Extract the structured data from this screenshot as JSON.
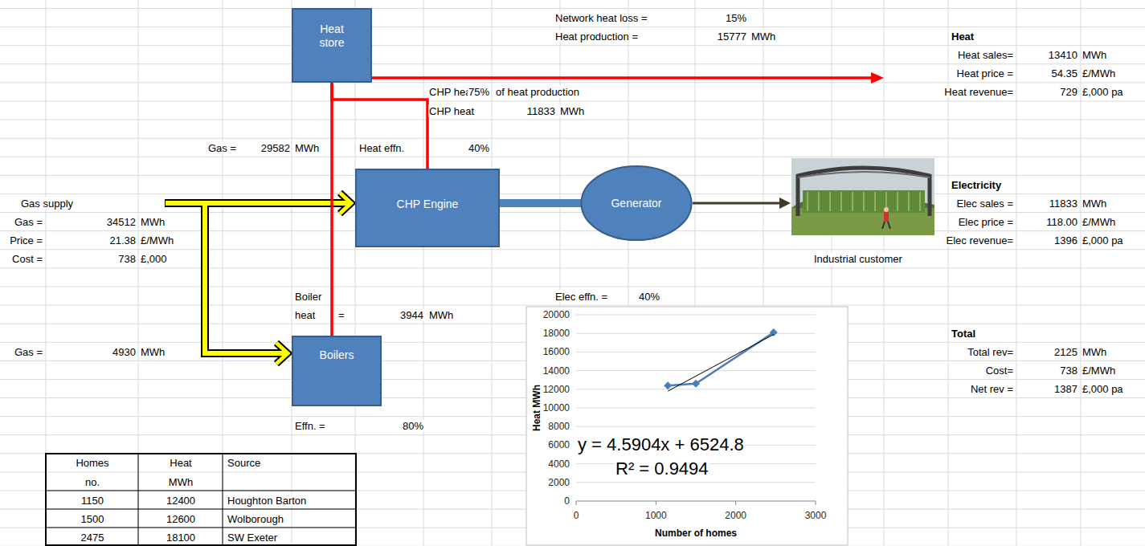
{
  "diagram": {
    "nodes": [
      {
        "text": [
          "Heat store"
        ]
      },
      {
        "text": [
          "CHP Engine"
        ]
      },
      {
        "text": [
          "Generator"
        ]
      },
      {
        "text": [
          "Industrial customer"
        ]
      },
      {
        "text": [
          "Boilers"
        ]
      }
    ],
    "edges": [
      {
        "from": 0,
        "to": 1,
        "arrow": "none"
      },
      {
        "from": 0,
        "to": 4,
        "arrow": "none"
      },
      {
        "from": 1,
        "to": 2,
        "arrow": "none"
      },
      {
        "from": 2,
        "to": 3,
        "arrow": "to"
      }
    ],
    "labels": [
      "Network heat loss =",
      "15%",
      "Heat production =",
      "15777",
      "MWh",
      "Heat",
      "Heat sales=",
      "13410",
      "MWh",
      "Heat price =",
      "54.35",
      "£/MWh",
      "CHP heat",
      "75%",
      "of heat production",
      "Heat revenue=",
      "729",
      "£,000 pa",
      "CHP heat",
      "11833",
      "MWh",
      "Gas =",
      "29582",
      "MWh",
      "Heat effn.",
      "40%",
      "Electricity",
      "Gas supply",
      "Elec sales =",
      "11833",
      "MWh",
      "Gas =",
      "34512",
      "MWh",
      "Elec price =",
      "118.00",
      "£/MWh",
      "Price =",
      "21.38",
      "£/MWh",
      "Elec revenue=",
      "1396",
      "£,000 pa",
      "Cost =",
      "738",
      "£,000",
      "Boiler",
      "Elec effn. =",
      "40%",
      "heat",
      "=",
      "3944",
      "MWh",
      "Total",
      "Gas =",
      "4930",
      "MWh",
      "Total rev=",
      "2125",
      "MWh",
      "Cost=",
      "738",
      "£/MWh",
      "Net rev =",
      "1387",
      "£,000 pa",
      "Effn. =",
      "80%",
      "Homes",
      "Heat",
      "Source",
      "no.",
      "MWh",
      "1150",
      "12400",
      "Houghton Barton",
      "1500",
      "12600",
      "Wolborough",
      "2475",
      "18100",
      "SW Exeter",
      "20000",
      "18000",
      "16000",
      "14000",
      "12000",
      "10000",
      "8000",
      "6000",
      "4000",
      "2000",
      "0",
      "0",
      "1000",
      "2000",
      "3000",
      "Heat MWh",
      "Number of homes",
      "y = 4.5904x + 6524.8",
      "R² = 0.9494"
    ]
  }
}
